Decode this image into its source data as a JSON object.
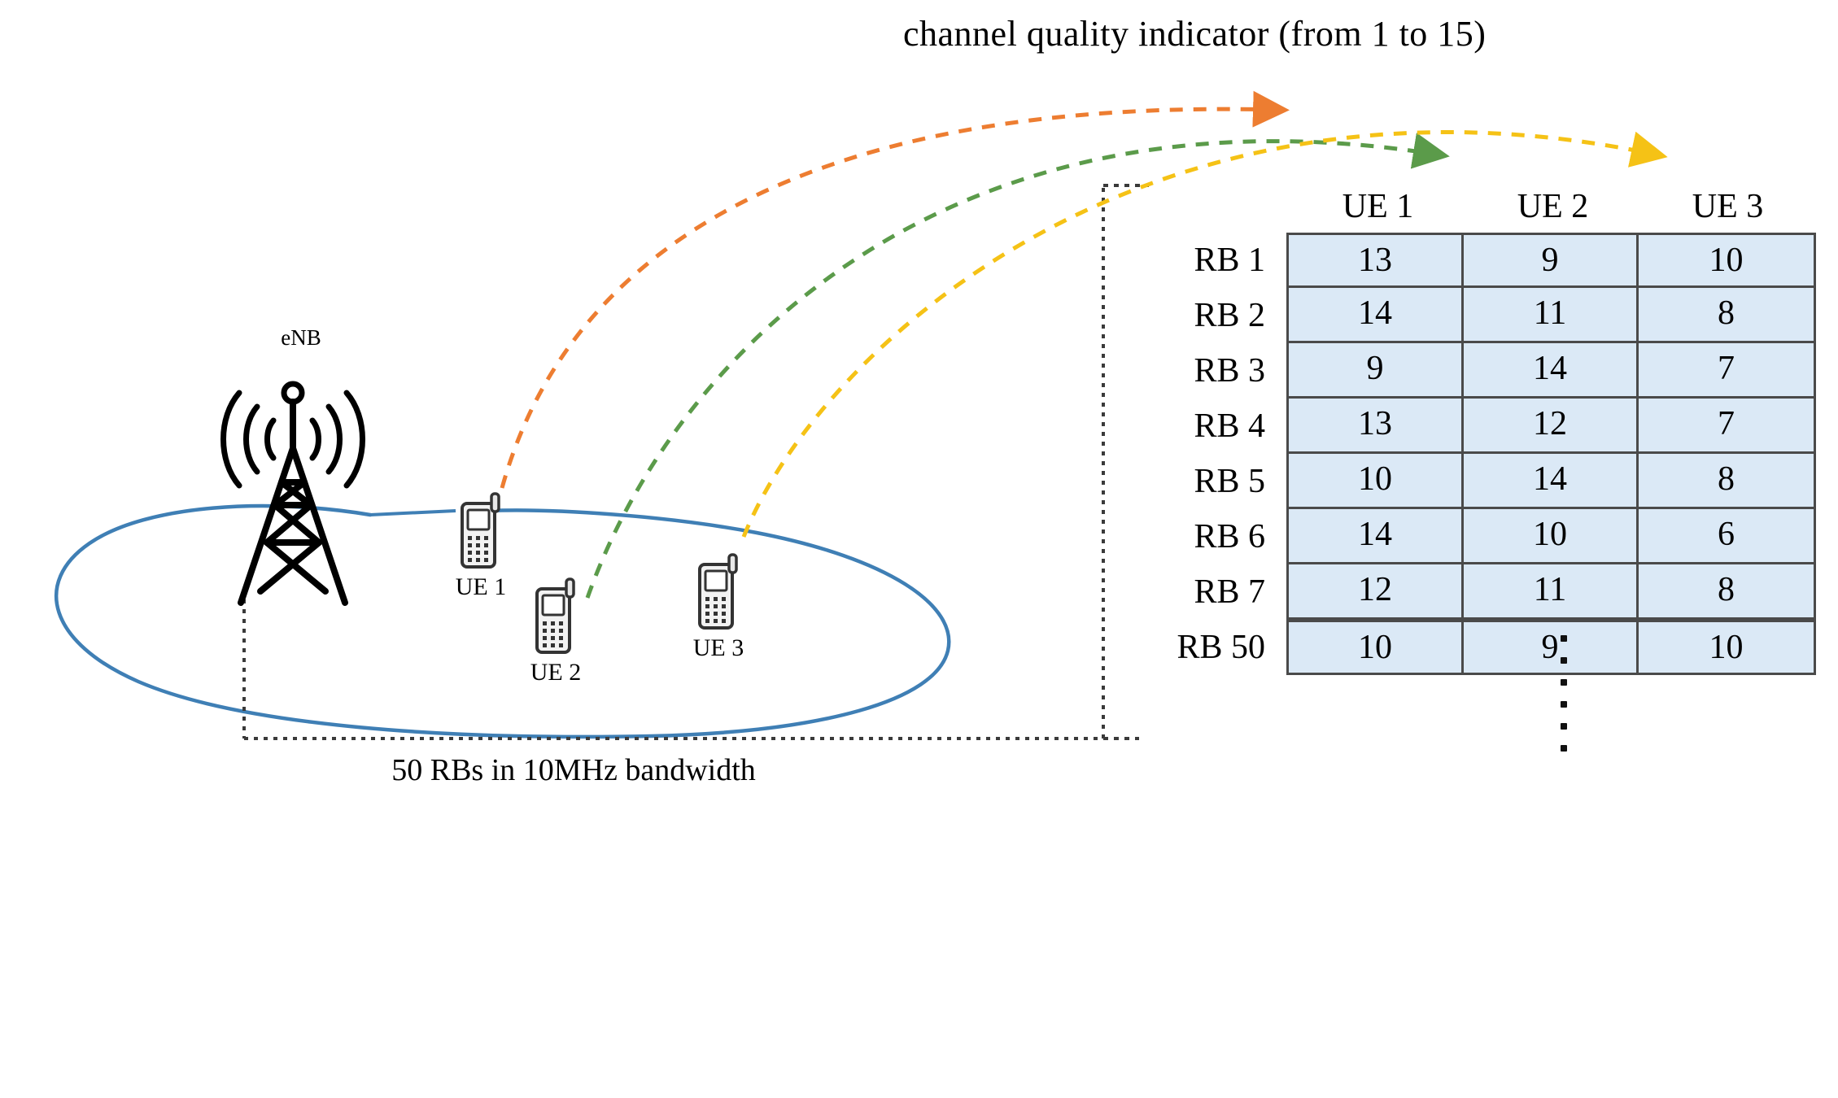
{
  "title": "channel quality indicator (from 1 to 15)",
  "network": {
    "enb_label": "eNB",
    "bandwidth_caption": "50 RBs in 10MHz bandwidth",
    "ues": [
      {
        "label": "UE 1",
        "icon": "mobile-phone-icon"
      },
      {
        "label": "UE 2",
        "icon": "mobile-phone-icon"
      },
      {
        "label": "UE 3",
        "icon": "mobile-phone-icon"
      }
    ]
  },
  "colors": {
    "ue1_arrow": "#ED7D31",
    "ue2_arrow": "#5B9B4A",
    "ue3_arrow": "#F5C216",
    "cell_fill": "#DBE9F6",
    "cell_border": "#4A4A4A",
    "cell_ellipse": "#3F7FB5",
    "bracket": "#3A3A3A"
  },
  "chart_data": {
    "type": "table",
    "title": "channel quality indicator (from 1 to 15)",
    "columns": [
      "UE 1",
      "UE 2",
      "UE 3"
    ],
    "row_labels": [
      "RB 1",
      "RB 2",
      "RB 3",
      "RB 4",
      "RB 5",
      "RB 6",
      "RB 7",
      "RB 50"
    ],
    "values": [
      [
        13,
        9,
        10
      ],
      [
        14,
        11,
        8
      ],
      [
        9,
        14,
        7
      ],
      [
        13,
        12,
        7
      ],
      [
        10,
        14,
        8
      ],
      [
        14,
        10,
        6
      ],
      [
        12,
        11,
        8
      ],
      [
        10,
        9,
        10
      ]
    ],
    "truncated_between": [
      "RB 7",
      "RB 50"
    ],
    "value_range": [
      1,
      15
    ],
    "xlabel": "",
    "ylabel": ""
  },
  "table": {
    "columns": [
      "UE 1",
      "UE 2",
      "UE 3"
    ],
    "rows": [
      {
        "label": "RB 1",
        "values": [
          "13",
          "9",
          "10"
        ]
      },
      {
        "label": "RB 2",
        "values": [
          "14",
          "11",
          "8"
        ]
      },
      {
        "label": "RB 3",
        "values": [
          "9",
          "14",
          "7"
        ]
      },
      {
        "label": "RB 4",
        "values": [
          "13",
          "12",
          "7"
        ]
      },
      {
        "label": "RB 5",
        "values": [
          "10",
          "14",
          "8"
        ]
      },
      {
        "label": "RB 6",
        "values": [
          "14",
          "10",
          "6"
        ]
      },
      {
        "label": "RB 7",
        "values": [
          "12",
          "11",
          "8"
        ]
      }
    ],
    "last_row": {
      "label": "RB 50",
      "values": [
        "10",
        "9",
        "10"
      ]
    }
  }
}
